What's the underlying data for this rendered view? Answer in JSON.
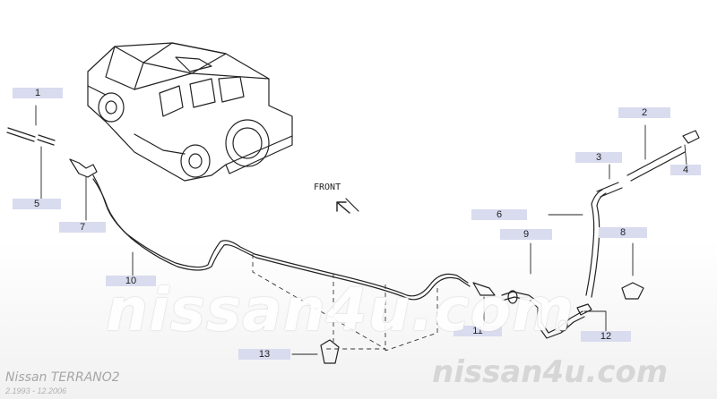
{
  "callouts": [
    {
      "id": "1",
      "text": "1"
    },
    {
      "id": "2",
      "text": "2"
    },
    {
      "id": "3",
      "text": "3"
    },
    {
      "id": "4",
      "text": "4"
    },
    {
      "id": "5",
      "text": "5"
    },
    {
      "id": "6",
      "text": "6"
    },
    {
      "id": "7",
      "text": "7"
    },
    {
      "id": "8",
      "text": "8"
    },
    {
      "id": "9",
      "text": "9"
    },
    {
      "id": "10",
      "text": "10"
    },
    {
      "id": "11",
      "text": "11"
    },
    {
      "id": "12",
      "text": "12"
    },
    {
      "id": "13",
      "text": "13"
    }
  ],
  "front_text": "FRONT",
  "watermark": {
    "main": "nissan4u.com",
    "corner": "nissan4u.com"
  },
  "vehicle": {
    "name": "Nissan  TERRANO2",
    "years": "2.1993  -  12.2006"
  },
  "colors": {
    "label_bg": "#d9dbef",
    "line": "#222222"
  }
}
